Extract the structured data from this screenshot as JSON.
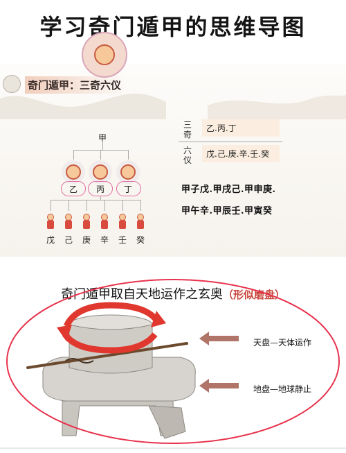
{
  "title": "学习奇门遁甲的思维导图",
  "tree": {
    "subtitle": "奇门遁甲：三奇六仪",
    "root": "甲",
    "level2": [
      "乙",
      "丙",
      "丁"
    ],
    "level3": [
      "戊",
      "己",
      "庚",
      "辛",
      "壬",
      "癸"
    ]
  },
  "info": {
    "sanqi": {
      "label": [
        "三",
        "奇"
      ],
      "value": "乙.丙.丁"
    },
    "liuyi": {
      "label": [
        "六",
        "仪"
      ],
      "value": "戊.己.庚.辛.壬.癸"
    },
    "xun_line1": "甲子戊.甲戌己.甲申庚.",
    "xun_line2": "甲午辛.甲辰壬.甲寅癸"
  },
  "millstone": {
    "title": "奇门遁甲取自天地运作之玄奥",
    "hint": "（形似磨盘）",
    "upper_label": "天盘—天体运作",
    "lower_label": "地盘—地球静止"
  },
  "colors": {
    "accent_red": "#e0382e",
    "pink": "#e06aa0",
    "ellipse": "#e8334d",
    "arrow": "#b07468"
  }
}
